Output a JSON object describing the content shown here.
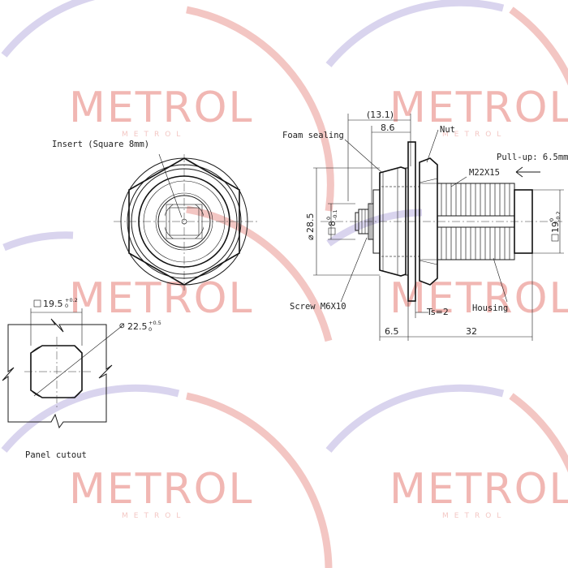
{
  "watermark": {
    "brand": "METROL",
    "tagline": "METROL",
    "text_color": "#f1b7b3",
    "arc_colors": [
      "#f3c6c3",
      "#d9d4ee"
    ]
  },
  "front_view": {
    "insert_label": "Insert (Square 8mm)"
  },
  "panel_cutout": {
    "title": "Panel cutout",
    "width_label": "19.5",
    "width_tol": "+0.2",
    "width_tol_low": "0",
    "diameter_label": "22.5",
    "diameter_tol": "+0.5",
    "diameter_tol_low": "0"
  },
  "side_view": {
    "foam_sealing": "Foam sealing",
    "nut": "Nut",
    "pull_up": "Pull-up: 6.5mm",
    "thread": "M22X15",
    "housing": "Housing",
    "screw": "Screw M6X10",
    "dim_13_1": "(13.1)",
    "dim_8_6": "8.6",
    "dim_28_5": "28.5",
    "dim_8": "8",
    "dim_8_tol_hi": "0",
    "dim_8_tol_lo": "-0.1",
    "dim_19": "19",
    "dim_19_tol_hi": "0",
    "dim_19_tol_lo": "-0.2",
    "ts": "Ts=2",
    "dim_6_5": "6.5",
    "dim_32": "32"
  }
}
